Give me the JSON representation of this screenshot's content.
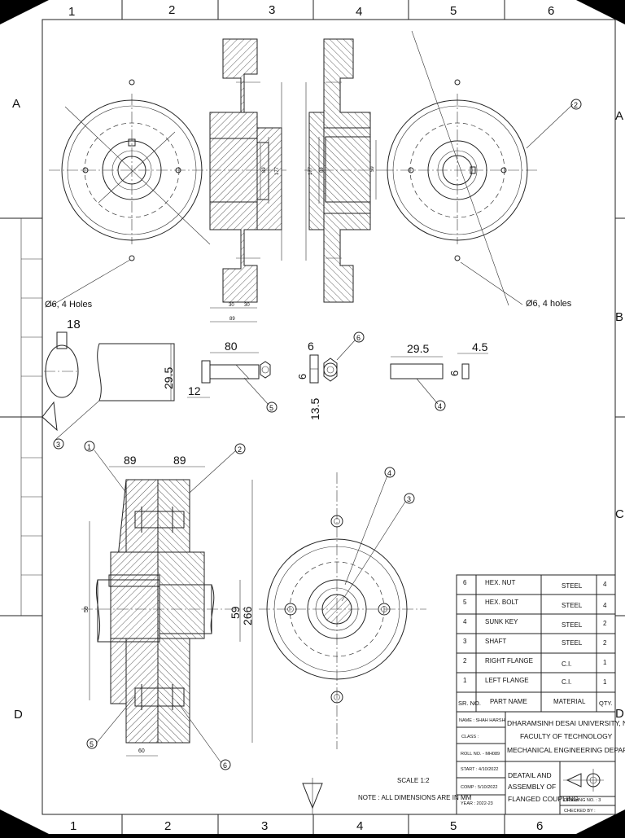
{
  "border": {
    "columns": [
      "1",
      "2",
      "3",
      "4",
      "5",
      "6"
    ],
    "rows": [
      "A",
      "B",
      "C",
      "D"
    ]
  },
  "labels": {
    "holes_left": "Ø6, 4 Holes",
    "holes_right": "Ø6, 4 holes",
    "dim_18": "18",
    "dim_29_5_shaft": "29.5",
    "dim_80": "80",
    "dim_12": "12",
    "dim_6_nut": "6",
    "dim_6_nut_side": "6",
    "dim_13_5": "13.5",
    "dim_29_5_key": "29.5",
    "dim_4_5": "4.5",
    "dim_6_key": "6",
    "dim_89_left": "89",
    "dim_89_right": "89",
    "dim_59": "59",
    "dim_266": "266",
    "dim_60": "60",
    "dim_30a": "30",
    "dim_30b": "30",
    "dim_89_small": "89",
    "dim_177a": "177",
    "dim_89b": "89",
    "dim_177b": "177",
    "dim_89c": "89",
    "dim_59b": "59",
    "dim_59c": "59",
    "balloons": [
      "1",
      "2",
      "3",
      "4",
      "5",
      "6"
    ]
  },
  "notes": {
    "scale": "SCALE 1:2",
    "note": "NOTE : ALL DIMENSIONS ARE IN MM"
  },
  "parts_table": {
    "rows": [
      {
        "sr": "6",
        "name": "HEX. NUT",
        "material": "STEEL",
        "qty": "4"
      },
      {
        "sr": "5",
        "name": "HEX. BOLT",
        "material": "STEEL",
        "qty": "4"
      },
      {
        "sr": "4",
        "name": "SUNK KEY",
        "material": "STEEL",
        "qty": "2"
      },
      {
        "sr": "3",
        "name": "SHAFT",
        "material": "STEEL",
        "qty": "2"
      },
      {
        "sr": "2",
        "name": "RIGHT FLANGE",
        "material": "C.I.",
        "qty": "1"
      },
      {
        "sr": "1",
        "name": "LEFT FLANGE",
        "material": "C.I.",
        "qty": "1"
      }
    ],
    "header": {
      "sr": "SR. NO.",
      "name": "PART NAME",
      "material": "MATERIAL",
      "qty": "QTY."
    }
  },
  "title_block": {
    "name": "NAME : SHAH HARSH",
    "class": "CLASS :",
    "roll": "ROLL NO. - MH089",
    "start": "START : 4/10/2022",
    "comp": "COMP : 5/10/2022",
    "year": "YEAR : 2022-23",
    "university": "DHARAMSINH DESAI UNIVERSITY, NADIAD",
    "faculty": "FACULTY OF TECHNOLOGY",
    "department": "MECHANICAL ENGINEERING DEPARTMENT",
    "title_line1": "DEATAIL AND",
    "title_line2": "ASSEMBLY OF",
    "title_line3": "FLANGED COUPLING",
    "drawing_no": "DRAWING NO. : 3",
    "checked_by": "CHECKED BY :"
  }
}
